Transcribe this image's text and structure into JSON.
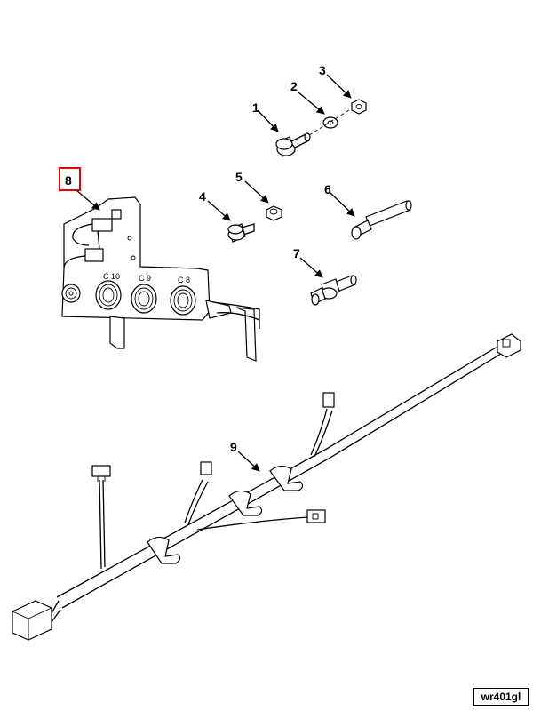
{
  "callouts": {
    "c1": "1",
    "c2": "2",
    "c3": "3",
    "c4": "4",
    "c5": "5",
    "c6": "6",
    "c7": "7",
    "c8": "8",
    "c9": "9"
  },
  "bracket_labels": {
    "c10": "C 10",
    "c9": "C 9",
    "c8": "C 8"
  },
  "reference_code": "wr401gl",
  "highlight_color": "#e00000"
}
